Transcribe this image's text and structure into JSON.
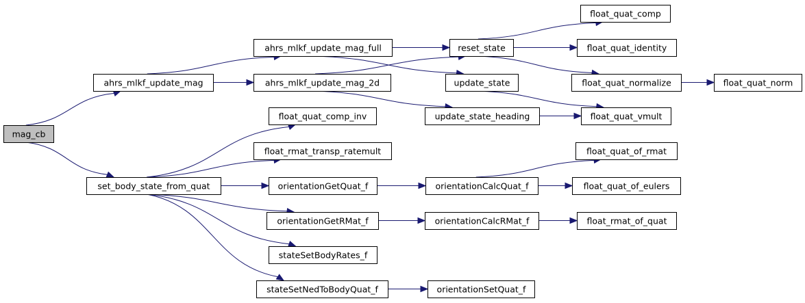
{
  "graph": {
    "nodes": [
      {
        "id": "mag_cb",
        "label": "mag_cb",
        "root": true
      },
      {
        "id": "ahrs_mlkf_update_mag",
        "label": "ahrs_mlkf_update_mag"
      },
      {
        "id": "set_body_state_from_quat",
        "label": "set_body_state_from_quat"
      },
      {
        "id": "ahrs_mlkf_update_mag_full",
        "label": "ahrs_mlkf_update_mag_full"
      },
      {
        "id": "ahrs_mlkf_update_mag_2d",
        "label": "ahrs_mlkf_update_mag_2d"
      },
      {
        "id": "float_quat_comp_inv",
        "label": "float_quat_comp_inv"
      },
      {
        "id": "float_rmat_transp_ratemult",
        "label": "float_rmat_transp_ratemult"
      },
      {
        "id": "orientationGetQuat_f",
        "label": "orientationGetQuat_f"
      },
      {
        "id": "orientationGetRMat_f",
        "label": "orientationGetRMat_f"
      },
      {
        "id": "stateSetBodyRates_f",
        "label": "stateSetBodyRates_f"
      },
      {
        "id": "stateSetNedToBodyQuat_f",
        "label": "stateSetNedToBodyQuat_f"
      },
      {
        "id": "reset_state",
        "label": "reset_state"
      },
      {
        "id": "update_state",
        "label": "update_state"
      },
      {
        "id": "update_state_heading",
        "label": "update_state_heading"
      },
      {
        "id": "orientationCalcQuat_f",
        "label": "orientationCalcQuat_f"
      },
      {
        "id": "orientationCalcRMat_f",
        "label": "orientationCalcRMat_f"
      },
      {
        "id": "orientationSetQuat_f",
        "label": "orientationSetQuat_f"
      },
      {
        "id": "float_quat_comp",
        "label": "float_quat_comp"
      },
      {
        "id": "float_quat_identity",
        "label": "float_quat_identity"
      },
      {
        "id": "float_quat_normalize",
        "label": "float_quat_normalize"
      },
      {
        "id": "float_quat_vmult",
        "label": "float_quat_vmult"
      },
      {
        "id": "float_quat_of_rmat",
        "label": "float_quat_of_rmat"
      },
      {
        "id": "float_quat_of_eulers",
        "label": "float_quat_of_eulers"
      },
      {
        "id": "float_rmat_of_quat",
        "label": "float_rmat_of_quat"
      },
      {
        "id": "float_quat_norm",
        "label": "float_quat_norm"
      }
    ],
    "edges": [
      [
        "mag_cb",
        "ahrs_mlkf_update_mag"
      ],
      [
        "mag_cb",
        "set_body_state_from_quat"
      ],
      [
        "ahrs_mlkf_update_mag",
        "ahrs_mlkf_update_mag_full"
      ],
      [
        "ahrs_mlkf_update_mag",
        "ahrs_mlkf_update_mag_2d"
      ],
      [
        "ahrs_mlkf_update_mag_full",
        "reset_state"
      ],
      [
        "ahrs_mlkf_update_mag_full",
        "update_state"
      ],
      [
        "ahrs_mlkf_update_mag_2d",
        "reset_state"
      ],
      [
        "ahrs_mlkf_update_mag_2d",
        "update_state_heading"
      ],
      [
        "reset_state",
        "float_quat_comp"
      ],
      [
        "reset_state",
        "float_quat_identity"
      ],
      [
        "reset_state",
        "float_quat_normalize"
      ],
      [
        "float_quat_normalize",
        "float_quat_norm"
      ],
      [
        "update_state",
        "float_quat_vmult"
      ],
      [
        "update_state_heading",
        "float_quat_vmult"
      ],
      [
        "set_body_state_from_quat",
        "float_quat_comp_inv"
      ],
      [
        "set_body_state_from_quat",
        "float_rmat_transp_ratemult"
      ],
      [
        "set_body_state_from_quat",
        "orientationGetQuat_f"
      ],
      [
        "set_body_state_from_quat",
        "orientationGetRMat_f"
      ],
      [
        "set_body_state_from_quat",
        "stateSetBodyRates_f"
      ],
      [
        "set_body_state_from_quat",
        "stateSetNedToBodyQuat_f"
      ],
      [
        "orientationGetQuat_f",
        "orientationCalcQuat_f"
      ],
      [
        "orientationCalcQuat_f",
        "float_quat_of_rmat"
      ],
      [
        "orientationCalcQuat_f",
        "float_quat_of_eulers"
      ],
      [
        "orientationGetRMat_f",
        "orientationCalcRMat_f"
      ],
      [
        "orientationCalcRMat_f",
        "float_rmat_of_quat"
      ],
      [
        "stateSetNedToBodyQuat_f",
        "orientationSetQuat_f"
      ]
    ],
    "colors": {
      "edge": "#191970",
      "root_fill": "#bfbfbf",
      "node_fill": "#ffffff",
      "border": "#000000"
    }
  }
}
